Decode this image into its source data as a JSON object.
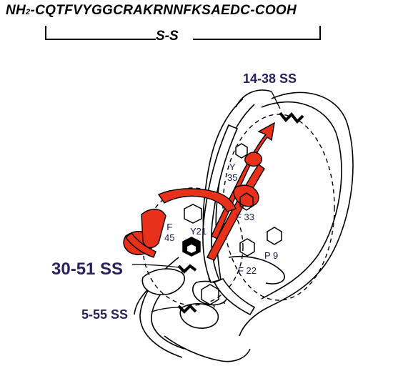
{
  "sequence": {
    "nh_prefix": "NH",
    "nh_subscript": "2",
    "body": "-CQTFVYGGCRAKRNNFKSAEDC-COOH",
    "bridge_label": "S-S"
  },
  "disulfide_labels": {
    "ss_14_38": "14-38 SS",
    "ss_30_51": "30-51 SS",
    "ss_5_55": "5-55 SS"
  },
  "residue_labels": {
    "y35_letter": "Y",
    "y35_number": "35",
    "f33": "F 33",
    "y21": "Y21",
    "f45_letter": "F",
    "f45_number": "45",
    "f22": "F 22",
    "p9": "P 9"
  },
  "colors": {
    "highlight_ribbon": "#e8311a",
    "ribbon_outline": "#000000",
    "label_text": "#2b1f5e"
  }
}
